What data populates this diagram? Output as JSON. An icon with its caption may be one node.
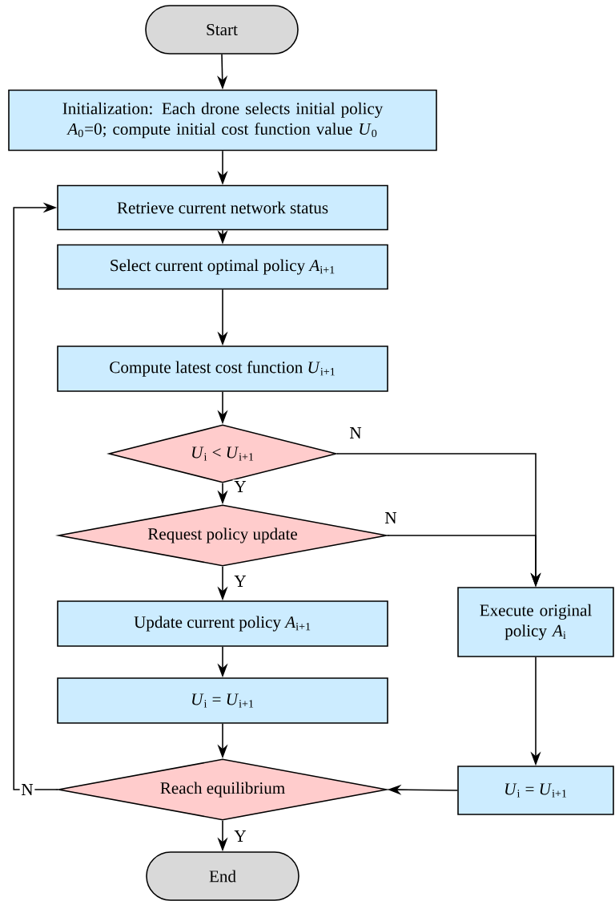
{
  "diagram": {
    "nodes": [
      {
        "text": [
          "Start"
        ]
      },
      {
        "text": [
          "Initialization: Each drone selects initial policy *A*$_{0}$=0; compute initial cost function value *U*$_{0}$"
        ]
      },
      {
        "text": [
          "Retrieve current network status"
        ]
      },
      {
        "text": [
          "Select current optimal policy *A*$_{i+1}$"
        ]
      },
      {
        "text": [
          "Compute latest cost function *U*$_{i+1}$"
        ]
      },
      {
        "text": [
          "*U*$_{i}$ < *U*$_{i+1}$"
        ]
      },
      {
        "text": [
          "Request policy update"
        ]
      },
      {
        "text": [
          "Update current policy *A*$_{i+1}$"
        ]
      },
      {
        "text": [
          "*U*$_{i}$ = *U*$_{i+1}$"
        ]
      },
      {
        "text": [
          "Reach equilibrium"
        ]
      },
      {
        "text": [
          "End"
        ]
      },
      {
        "text": [
          "Execute original policy *A*$_{i}$"
        ]
      },
      {
        "text": [
          "*U*$_{i}$ = *U*$_{i+1}$"
        ]
      }
    ],
    "edges": [
      {
        "from": 0,
        "to": 1,
        "arrow": "to"
      },
      {
        "from": 1,
        "to": 2,
        "arrow": "to"
      },
      {
        "from": 2,
        "to": 3,
        "arrow": "to"
      },
      {
        "from": 3,
        "to": 4,
        "arrow": "to"
      },
      {
        "from": 4,
        "to": 5,
        "arrow": "to"
      },
      {
        "from": 5,
        "to": 6,
        "arrow": "to",
        "label": "Y"
      },
      {
        "from": 6,
        "to": 7,
        "arrow": "to",
        "label": "Y"
      },
      {
        "from": 7,
        "to": 8,
        "arrow": "to"
      },
      {
        "from": 8,
        "to": 9,
        "arrow": "to"
      },
      {
        "from": 9,
        "to": 10,
        "arrow": "to",
        "label": "Y"
      },
      {
        "from": 9,
        "to": 2,
        "arrow": "to",
        "label": "N"
      },
      {
        "from": 5,
        "to": 11,
        "arrow": "to",
        "label": "N"
      },
      {
        "from": 6,
        "to": 11,
        "arrow": "to",
        "label": "N"
      },
      {
        "from": 11,
        "to": 12,
        "arrow": "to"
      },
      {
        "from": 12,
        "to": 9,
        "arrow": "to"
      }
    ]
  }
}
